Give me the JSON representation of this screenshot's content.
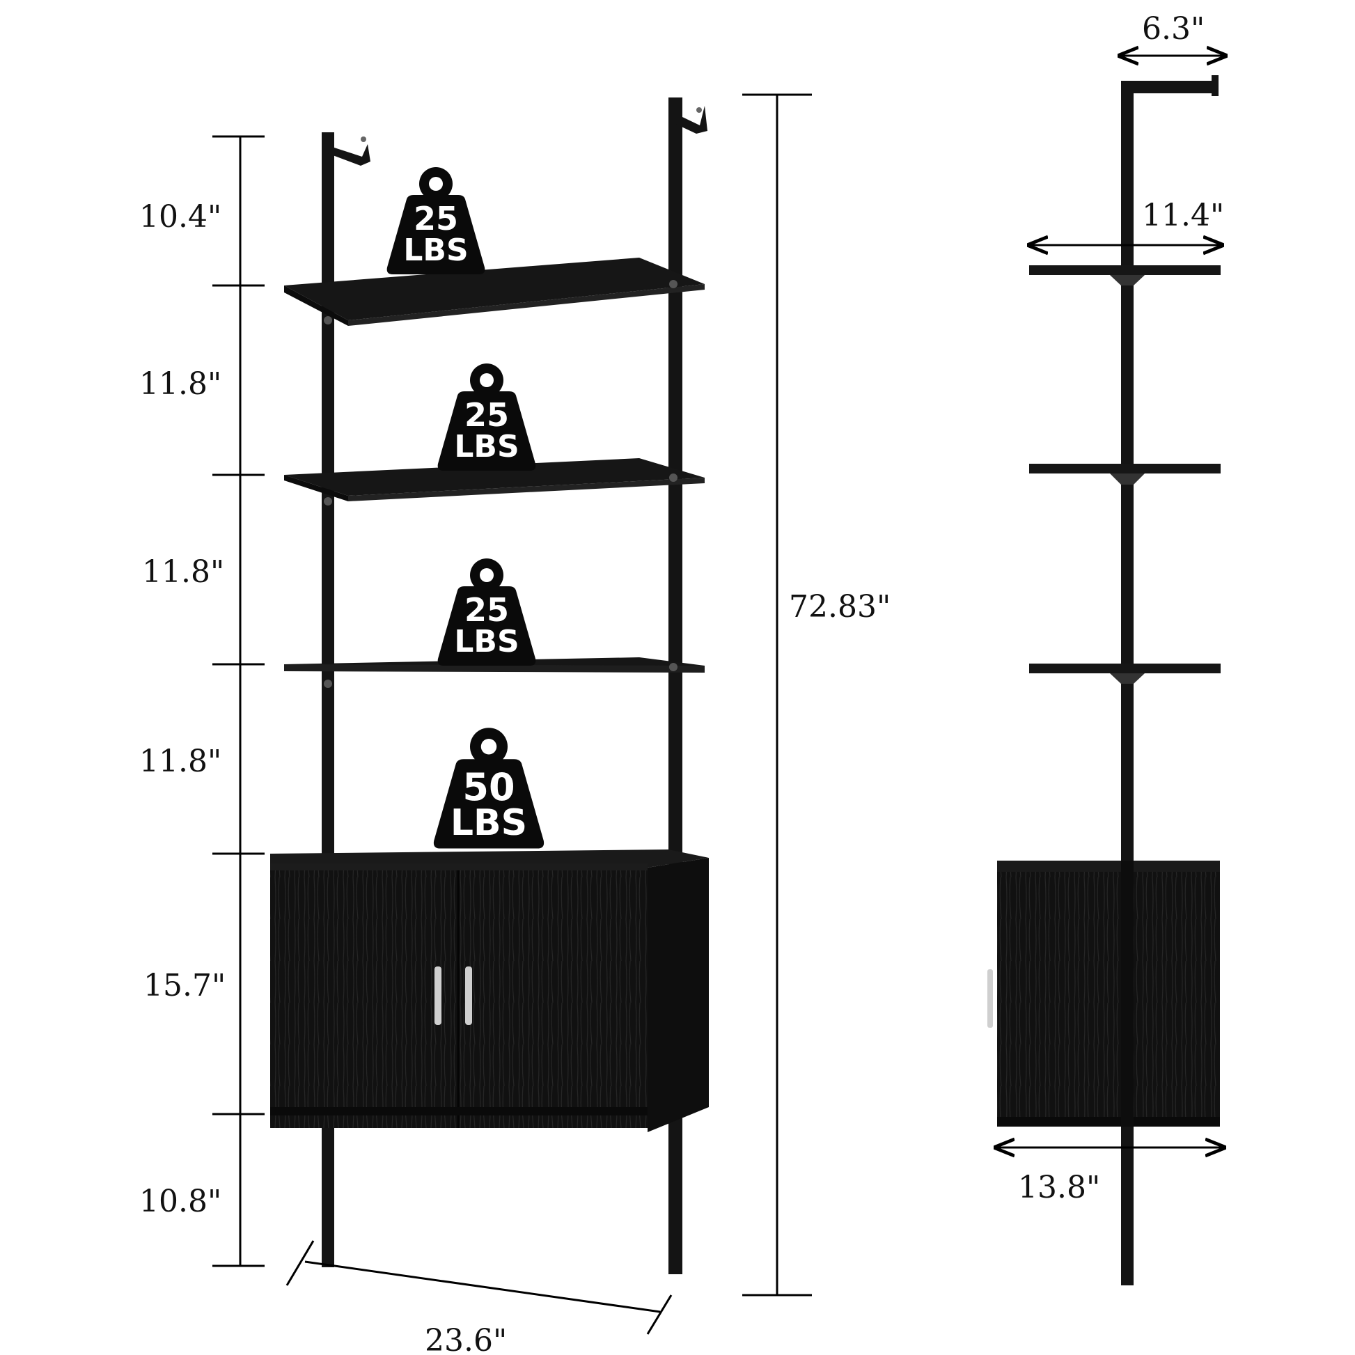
{
  "colors": {
    "furniture": "#141414",
    "furniture_edge": "#2a2a2a",
    "dimension_line": "#000000",
    "weight_badge": "#0a0a0a",
    "weight_text": "#ffffff",
    "handle": "#cfcfcf"
  },
  "front_view": {
    "vertical_dimensions": [
      "10.4\"",
      "11.8\"",
      "11.8\"",
      "11.8\"",
      "15.7\"",
      "10.8\""
    ],
    "total_height": "72.83\"",
    "width": "23.6\""
  },
  "weight_capacity": [
    {
      "amount": "25",
      "unit": "LBS"
    },
    {
      "amount": "25",
      "unit": "LBS"
    },
    {
      "amount": "25",
      "unit": "LBS"
    },
    {
      "amount": "50",
      "unit": "LBS"
    }
  ],
  "side_view": {
    "top_depth": "6.3\"",
    "shelf_depth": "11.4\"",
    "cabinet_depth": "13.8\""
  }
}
